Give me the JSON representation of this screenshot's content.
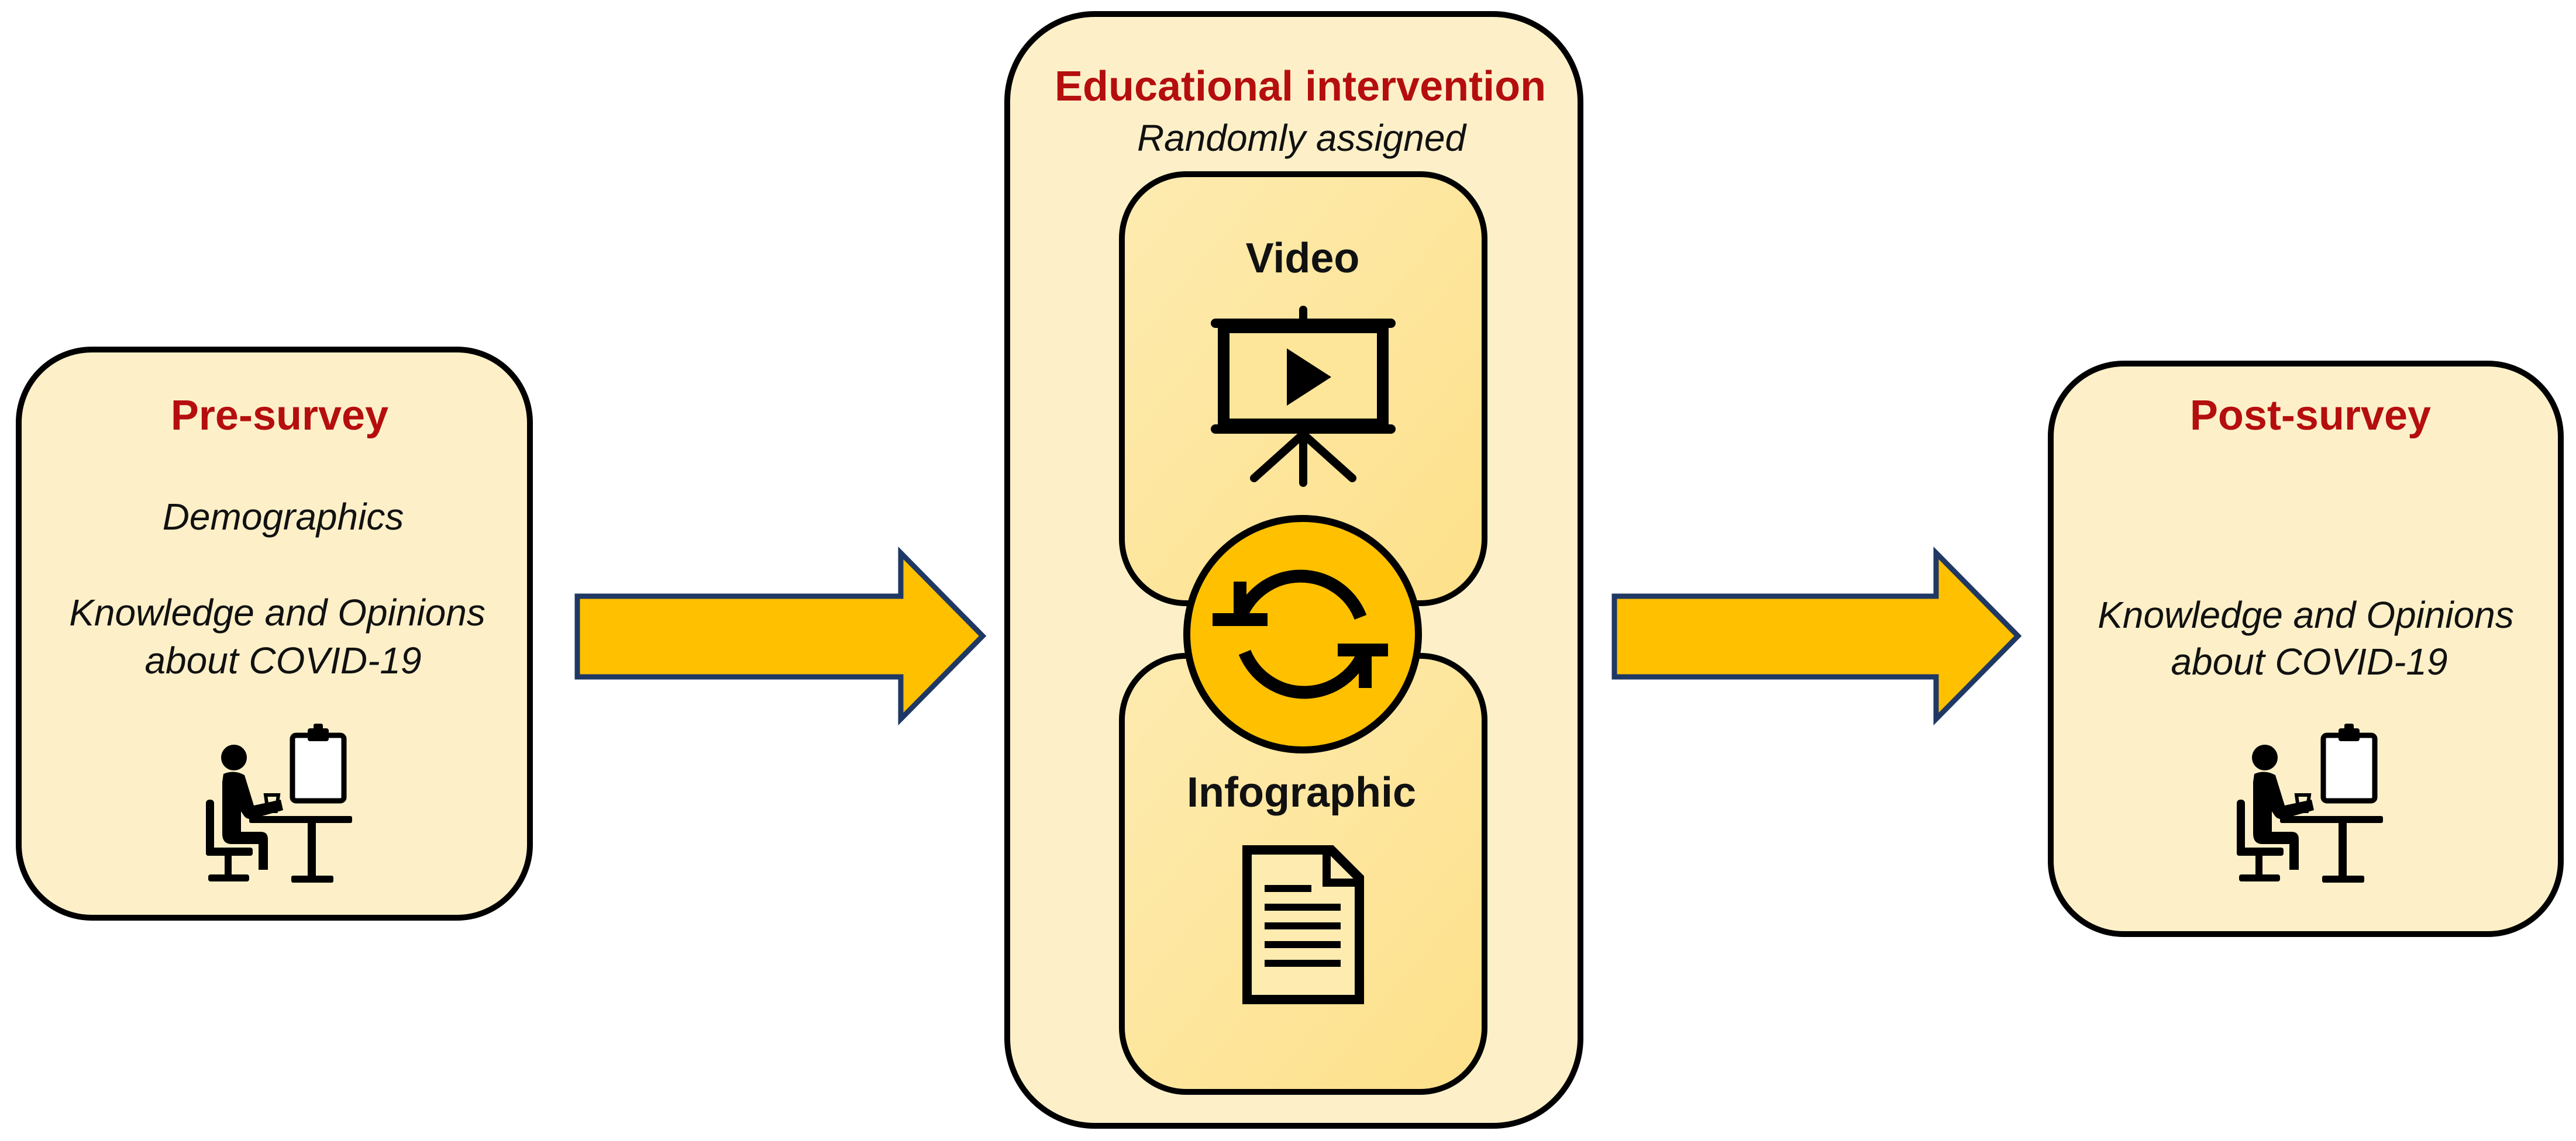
{
  "pre_survey": {
    "title": "Pre-survey",
    "line1": "Demographics",
    "line2a": "Knowledge and Opinions",
    "line2b": "about COVID-19",
    "icon": "person-at-desk-survey-icon"
  },
  "intervention": {
    "title": "Educational intervention",
    "subtitle": "Randomly assigned",
    "video": {
      "label": "Video",
      "icon": "video-presentation-icon"
    },
    "swap_icon": "swap-cycle-icon",
    "infographic": {
      "label": "Infographic",
      "icon": "document-icon"
    }
  },
  "post_survey": {
    "title": "Post-survey",
    "line1a": "Knowledge and Opinions",
    "line1b": "about COVID-19",
    "icon": "person-at-desk-survey-icon"
  },
  "colors": {
    "box_fill": "#fdf0c8",
    "inner_fill": "#fde699",
    "arrow_fill": "#ffc000",
    "arrow_stroke": "#1f3864",
    "title_red": "#b50e0e"
  }
}
